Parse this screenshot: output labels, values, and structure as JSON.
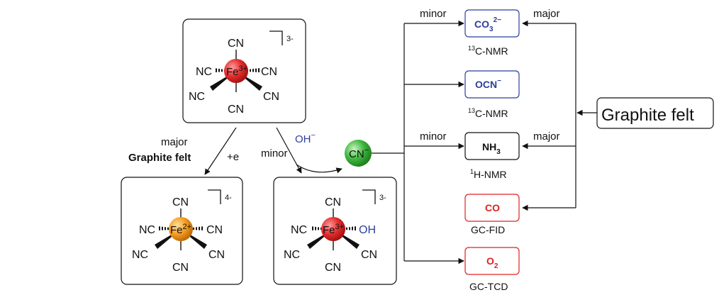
{
  "complexes": {
    "ferricyanide": {
      "center": "Fe",
      "oxidation": "3+",
      "charge": "3-",
      "ligands": {
        "top": "CN",
        "left": "NC",
        "right": "CN",
        "bottom_left": "NC",
        "bottom_right": "CN",
        "bottom": "CN"
      }
    },
    "ferrocyanide": {
      "center": "Fe",
      "oxidation": "2+",
      "charge": "4-",
      "ligands": {
        "top": "CN",
        "left": "NC",
        "right": "CN",
        "bottom_left": "NC",
        "bottom_right": "CN",
        "bottom": "CN"
      }
    },
    "hydroxo": {
      "center": "Fe",
      "oxidation": "3+",
      "charge": "3-",
      "ligands": {
        "top": "CN",
        "left": "NC",
        "right": "OH",
        "bottom_left": "NC",
        "bottom_right": "CN",
        "bottom": "CN"
      }
    }
  },
  "labels": {
    "major": "major",
    "graphite_felt_bold": "Graphite felt",
    "plus_e": "+e",
    "minor": "minor",
    "oh": "OH",
    "oh_charge": "−"
  },
  "cyanide": {
    "text": "CN",
    "charge": "−"
  },
  "right_labels": {
    "minor_top": "minor",
    "major_top": "major",
    "minor_nh3": "minor",
    "major_nh3": "major"
  },
  "products": [
    {
      "id": "co3",
      "base": "CO",
      "sub": "3",
      "sup": "2−",
      "method_sup": "13",
      "method": "C-NMR",
      "color": "#2b3f9e"
    },
    {
      "id": "ocn",
      "base": "OCN",
      "sub": "",
      "sup": "−",
      "method_sup": "13",
      "method": "C-NMR",
      "color": "#2b3f9e"
    },
    {
      "id": "nh3",
      "base": "NH",
      "sub": "3",
      "sup": "",
      "method_sup": "1",
      "method": "H-NMR",
      "color": "#111111"
    },
    {
      "id": "co",
      "base": "CO",
      "sub": "",
      "sup": "",
      "method_sup": "",
      "method": "GC-FID",
      "color": "#e02020"
    },
    {
      "id": "o2",
      "base": "O",
      "sub": "2",
      "sup": "",
      "method_sup": "",
      "method": "GC-TCD",
      "color": "#e02020"
    }
  ],
  "graphite_felt_box": "Graphite felt",
  "colors": {
    "fe3_sphere": "#e32b2b",
    "fe2_sphere": "#f39a1e",
    "cn_sphere": "#3cb43c",
    "blue_text": "#2b3f9e",
    "red_text": "#e02020"
  }
}
